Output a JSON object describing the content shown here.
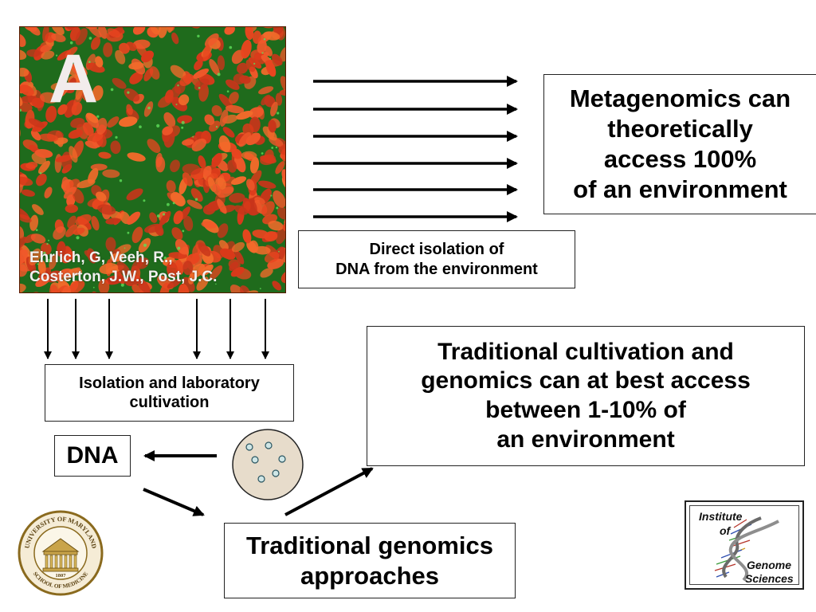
{
  "micrograph": {
    "panel_letter": "A",
    "credit_line1": "Ehrlich, G, Veeh, R.,",
    "credit_line2": "Costerton, J.W., Post, J.C."
  },
  "metagenomics_box": {
    "line1": "Metagenomics can",
    "line2": "theoretically",
    "line3": "access 100%",
    "line4": "of an environment"
  },
  "direct_isolation_box": {
    "line1": "Direct isolation of",
    "line2": "DNA from the environment"
  },
  "isolation_box": {
    "line1": "Isolation and laboratory",
    "line2": "cultivation"
  },
  "dna_box": {
    "label": "DNA"
  },
  "traditional_cultivation_box": {
    "line1": "Traditional cultivation and",
    "line2": "genomics can at best access",
    "line3": "between 1-10% of",
    "line4": "an environment"
  },
  "traditional_genomics_box": {
    "line1": "Traditional genomics",
    "line2": "approaches"
  },
  "umd_logo": {
    "outer_text": "UNIVERSITY OF MARYLAND",
    "bottom_text": "SCHOOL OF MEDICINE",
    "year": "1807"
  },
  "igs_logo": {
    "line1": "Institute",
    "line2": "of",
    "line3": "Genome",
    "line4": "Sciences"
  },
  "colors": {
    "cell_red": "#e8451f",
    "cell_orange": "#f26a2a",
    "background_green": "#1f6b1c",
    "dish_fill": "#e7dccb",
    "colony_fill": "#cfe6e6"
  }
}
